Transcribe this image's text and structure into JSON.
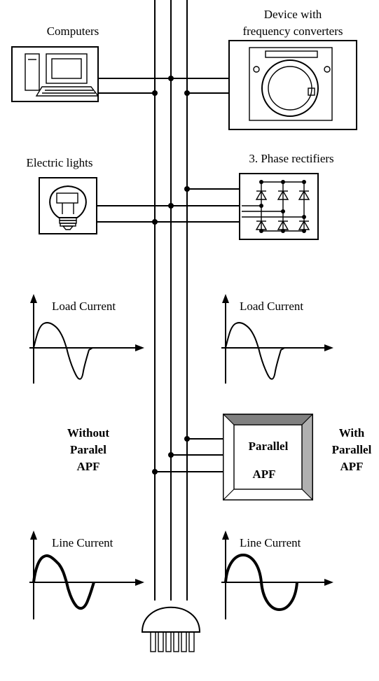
{
  "labels": {
    "computers": "Computers",
    "device_line1": "Device with",
    "device_line2": "frequency converters",
    "electric_lights": "Electric lights",
    "rectifiers": "3. Phase rectifiers",
    "load_current_left": "Load Current",
    "load_current_right": "Load Current",
    "without_line1": "Without",
    "without_line2": "Paralel",
    "without_line3": "APF",
    "with_line1": "With",
    "with_line2": "Parallel",
    "with_line3": "APF",
    "apf_line1": "Parallel",
    "apf_line2": "APF",
    "line_current_left": "Line Current",
    "line_current_right": "Line Current"
  },
  "colors": {
    "line": "#000000",
    "box_fill": "#ffffff",
    "device_fill": "#c0c0c0",
    "apf_bevel_top": "#808080",
    "apf_bevel_side": "#b0b0b0"
  },
  "icons": [
    "computer-icon",
    "washing-machine-icon",
    "light-bulb-icon",
    "rectifier-bridge-icon",
    "plug-icon"
  ]
}
